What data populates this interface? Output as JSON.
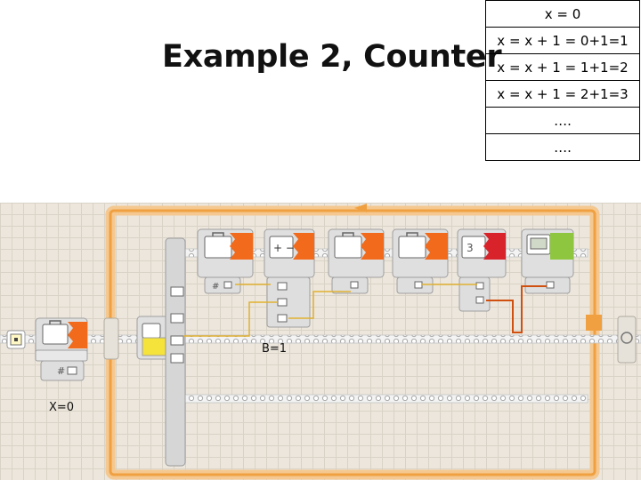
{
  "slide": {
    "title": "Example 2, Counter"
  },
  "table": {
    "rows": [
      "x = 0",
      "x = x + 1 = 0+1=1",
      "x = x + 1 = 1+1=2",
      "x = x + 1 = 2+1=3",
      "….",
      "…."
    ]
  },
  "program": {
    "labels": {
      "init_var": "X=0",
      "logic_value": "B=1"
    }
  },
  "colors": {
    "beam": "#f0a040",
    "block_orange": "#f26a1b",
    "block_red": "#d8232a",
    "block_lime": "#8ec63f",
    "block_yellow": "#f5e23a",
    "wire_data": "#e0b030",
    "wire_text": "#d05010"
  }
}
